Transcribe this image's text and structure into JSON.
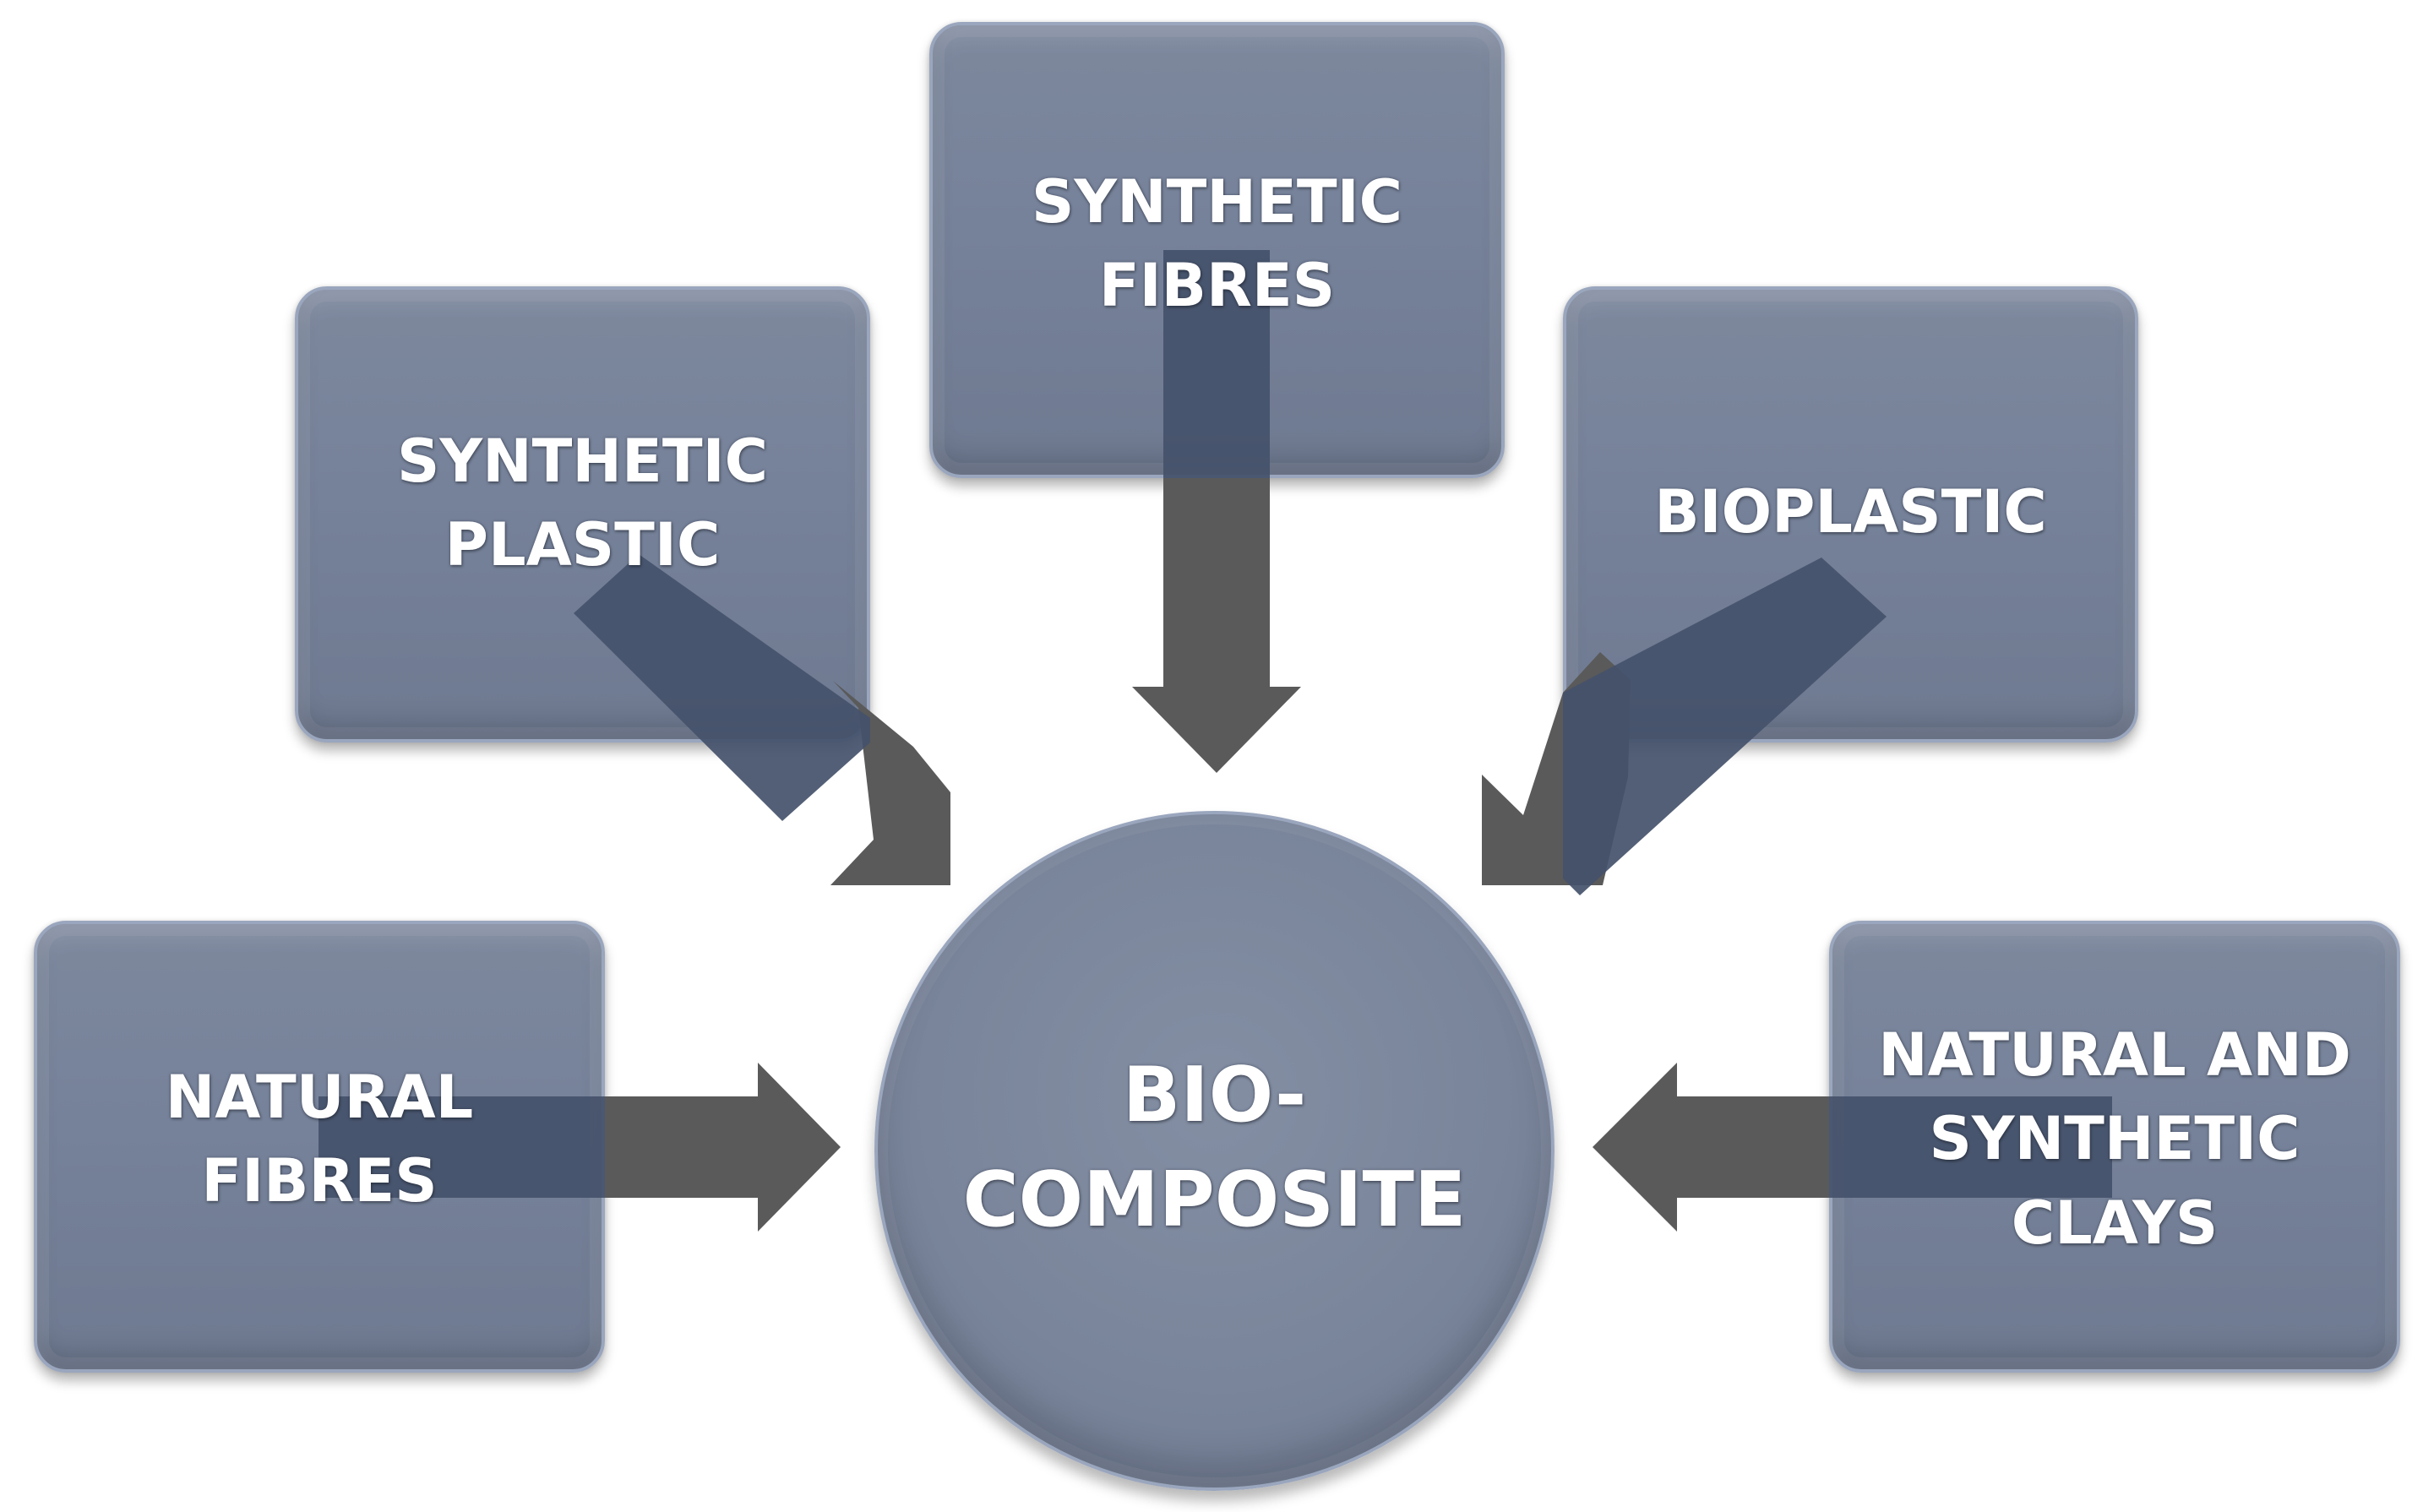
{
  "nodes": {
    "synthetic_fibres": "SYNTHETIC\nFIBRES",
    "synthetic_plastic": "SYNTHETIC\nPLASTIC",
    "bioplastic": "BIOPLASTIC",
    "natural_fibres": "NATURAL\nFIBRES",
    "natural_synthetic_clays": "NATURAL AND\nSYNTHETIC\nCLAYS",
    "center": "BIO-\nCOMPOSITE"
  },
  "colors": {
    "box_fill": "#76829a",
    "box_border": "#9aa6bd",
    "arrow": "#5a5a5a",
    "arrow_overlap": "#44516a",
    "text": "#ffffff"
  }
}
